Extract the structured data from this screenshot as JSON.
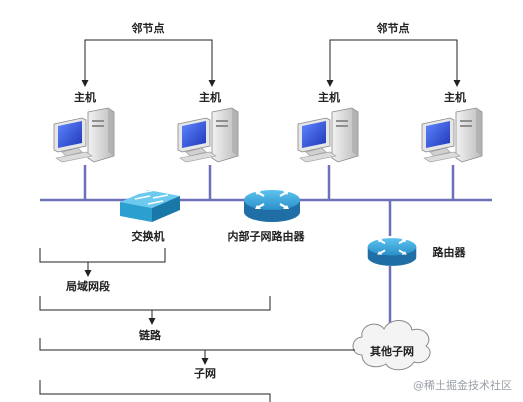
{
  "labels": {
    "neighbor_left": "邻节点",
    "neighbor_right": "邻节点",
    "host_1": "主机",
    "host_2": "主机",
    "host_3": "主机",
    "host_4": "主机",
    "switch": "交换机",
    "internal_router": "内部子网路由器",
    "router": "路由器",
    "lan_segment": "局域网段",
    "link": "链路",
    "subnet": "子网",
    "other_subnet": "其他子网"
  },
  "watermark": "@稀土掘金技术社区",
  "colors": {
    "bus": "#6d72b8",
    "switch_face": "#2a9fd0",
    "router_face": "#2b8fc9",
    "monitor_screen": "#2b4fd8",
    "line": "#222222"
  }
}
